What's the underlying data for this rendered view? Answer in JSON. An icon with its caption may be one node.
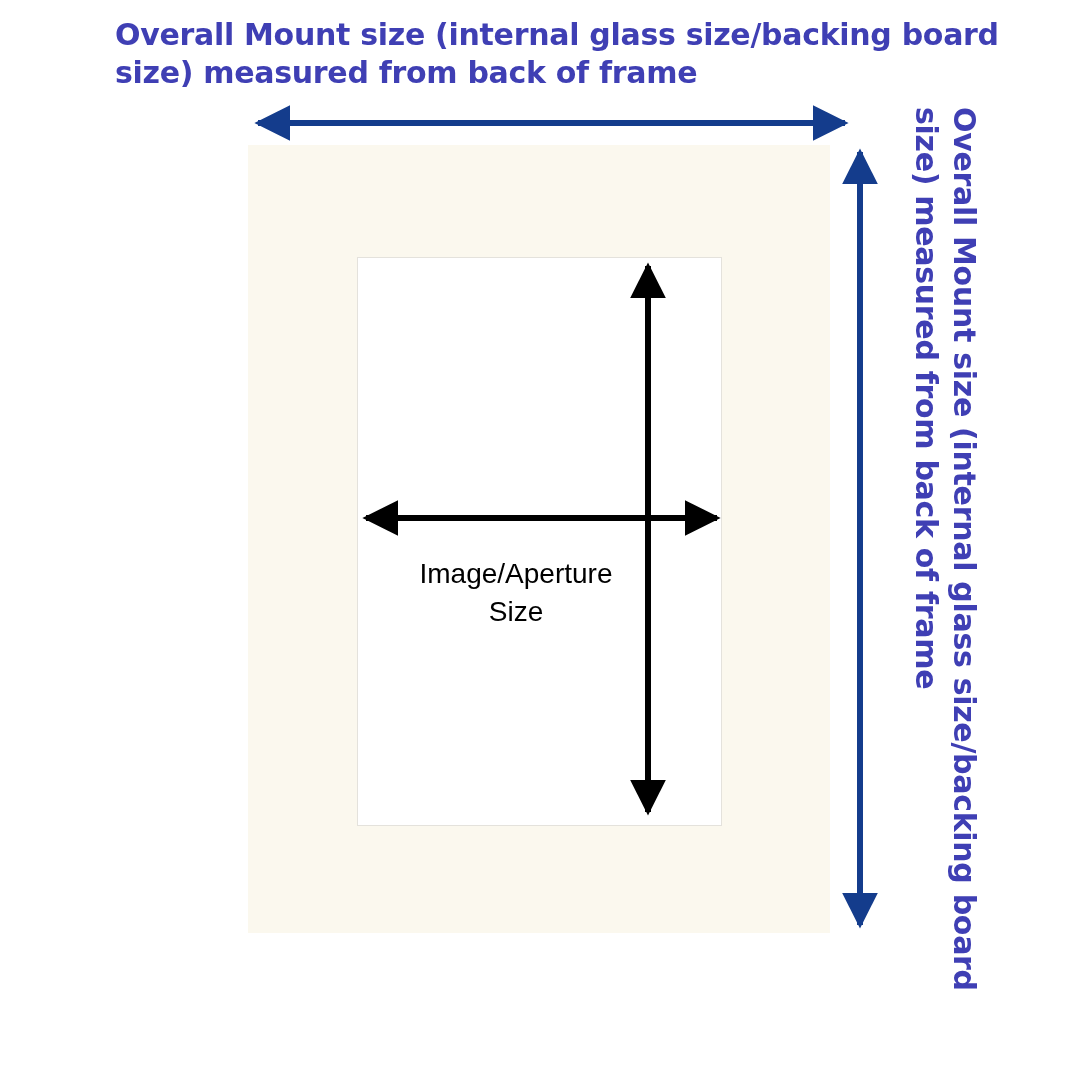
{
  "diagram": {
    "nodes": [
      {
        "text": [],
        "shape": "box"
      },
      {
        "text": [
          "Image/Aperture Size"
        ],
        "in": 0
      }
    ],
    "labels": [
      "Overall Mount size (internal glass size/backing board size) measured from back of frame",
      "Overall Mount size (internal glass size/backing board size) measured from back of frame"
    ]
  }
}
